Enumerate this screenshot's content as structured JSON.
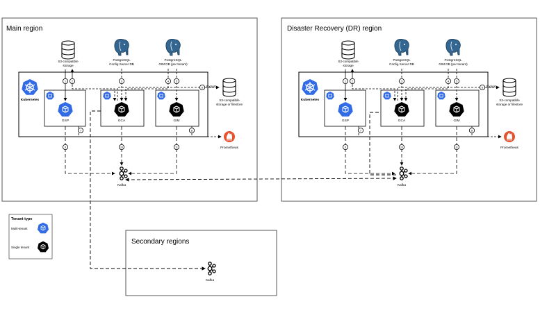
{
  "regions": {
    "main": "Main region",
    "dr": "Disaster Recovery (DR) region",
    "secondary": "Secondary regions"
  },
  "cluster": {
    "kubernetes": "Kubernetes",
    "gsp": "GSP",
    "gca": "GCA",
    "gim": "GIM",
    "pod": "pod",
    "kafka": "Kafka",
    "prometheus": "Prometheus",
    "export": "Export",
    "s3_top": [
      "S3-compatible",
      "storage"
    ],
    "config_db": [
      "PostgreSQL",
      "Config Server DB"
    ],
    "gim_db": [
      "PostgreSQL",
      "GIM DB (per tenant)"
    ],
    "s3_export": [
      "S3-compatible",
      "storage or filestore"
    ],
    "steps": [
      "1",
      "2",
      "3",
      "4",
      "5",
      "6",
      "7",
      "8",
      "9",
      "10",
      "11"
    ]
  },
  "legend": {
    "title": "Tenant type",
    "multi": "Multi-tenant",
    "single": "Single tenant"
  },
  "colors": {
    "k8s_blue": "#326ce5",
    "prometheus": "#e6522c",
    "pg_blue": "#336791",
    "border": "#555555"
  }
}
